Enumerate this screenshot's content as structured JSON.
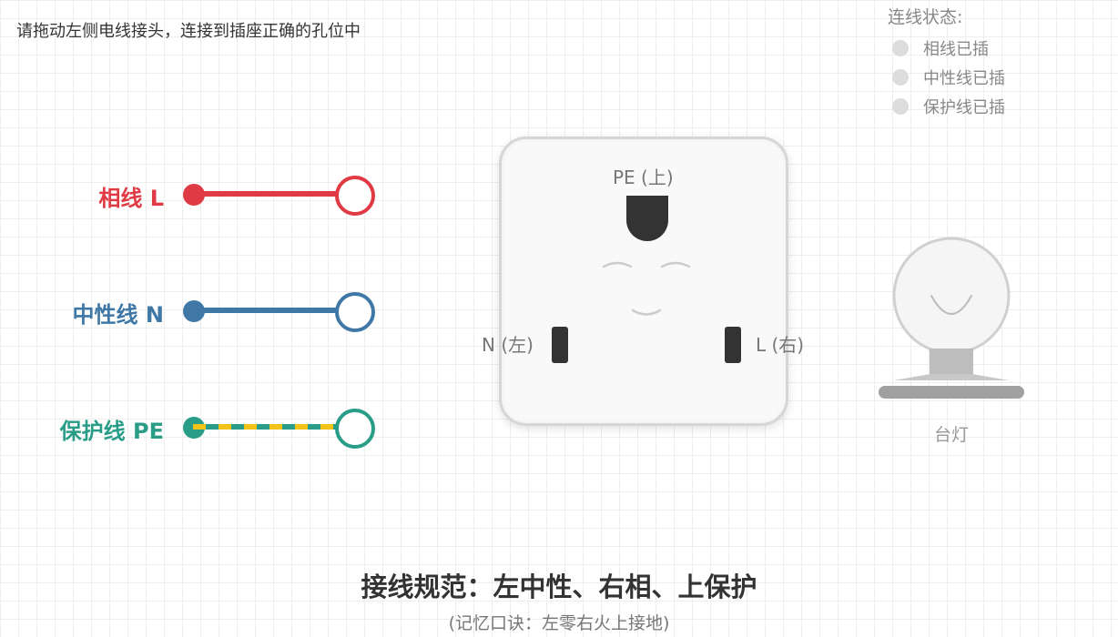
{
  "instruction": "请拖动左侧电线接头，连接到插座正确的孔位中",
  "wires": [
    {
      "id": "L",
      "label": "相线 L",
      "color": "#e03a45"
    },
    {
      "id": "N",
      "label": "中性线 N",
      "color": "#3f78a6"
    },
    {
      "id": "PE",
      "label": "保护线 PE",
      "color": "#2a9d88",
      "stripe_color": "#f2c417"
    }
  ],
  "socket": {
    "pe_label": "PE (上)",
    "n_label": "N (左)",
    "l_label": "L (右)"
  },
  "status": {
    "title": "连线状态:",
    "items": [
      {
        "label": "相线已插",
        "connected": false
      },
      {
        "label": "中性线已插",
        "connected": false
      },
      {
        "label": "保护线已插",
        "connected": false
      }
    ],
    "inactive_color": "#dddddd"
  },
  "lamp": {
    "label": "台灯",
    "lit": false
  },
  "rule": {
    "title": "接线规范：左中性、右相、上保护",
    "mnemonic": "(记忆口诀：左零右火上接地)"
  }
}
